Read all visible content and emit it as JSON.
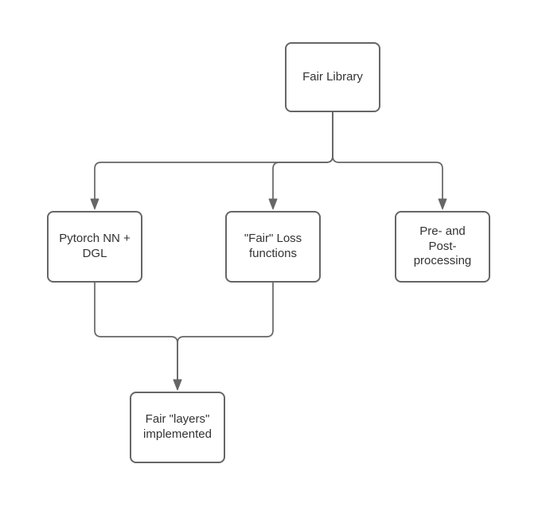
{
  "diagram": {
    "type": "flowchart",
    "nodes": {
      "fair_library": {
        "label": "Fair Library"
      },
      "pytorch_dgl": {
        "label": "Pytorch NN + DGL"
      },
      "fair_loss": {
        "label": "\"Fair\" Loss functions"
      },
      "pre_post": {
        "label": "Pre- and Post-processing"
      },
      "fair_layers": {
        "label": "Fair \"layers\" implemented"
      }
    },
    "edges": [
      {
        "from": "fair_library",
        "to": "pytorch_dgl",
        "arrow": "down"
      },
      {
        "from": "fair_library",
        "to": "fair_loss",
        "arrow": "down"
      },
      {
        "from": "fair_library",
        "to": "pre_post",
        "arrow": "down"
      },
      {
        "from": "pytorch_dgl",
        "to": "fair_layers",
        "arrow": "down"
      },
      {
        "from": "fair_loss",
        "to": "fair_layers",
        "arrow": "down"
      }
    ],
    "colors": {
      "line": "#666666",
      "node_border": "#666666",
      "node_fill": "#ffffff",
      "text": "#333333",
      "background": "#ffffff"
    }
  }
}
